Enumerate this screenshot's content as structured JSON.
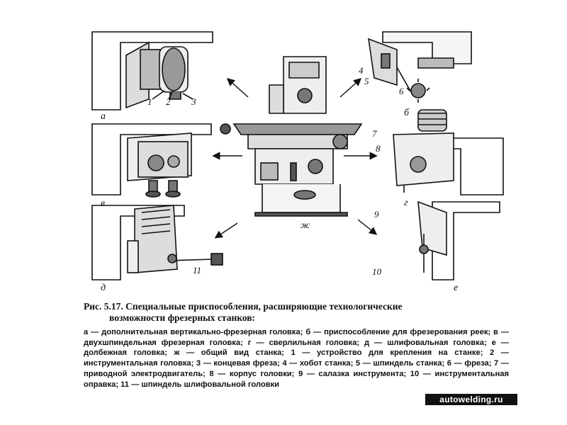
{
  "figure": {
    "panel_labels": [
      "а",
      "б",
      "в",
      "г",
      "д",
      "е",
      "ж"
    ],
    "part_numbers": [
      "1",
      "2",
      "3",
      "4",
      "5",
      "6",
      "7",
      "8",
      "9",
      "10",
      "11"
    ]
  },
  "caption": {
    "line1": "Рис. 5.17. Специальные приспособления, расширяющие технологические",
    "line2": "возможности фрезерных станков:"
  },
  "legend": {
    "text": "а — дополнительная вертикально-фрезерная головка; б — приспособление для фрезерования реек; в — двухшпиндельная фрезерная головка; г — сверлильная головка; д — шлифовальная головка; е — долбежная головка; ж — общий вид станка; 1 — устройство для крепления на станке; 2 — инструментальная головка; 3 — концевая фреза; 4 — хобот станка; 5 — шпиндель станка; 6 — фреза; 7 — приводной электродвигатель; 8 — корпус головки; 9 — салазка инструмента; 10 — инструментальная оправка; 11 — шпиндель шлифовальной головки"
  },
  "watermark": "autowelding.ru"
}
